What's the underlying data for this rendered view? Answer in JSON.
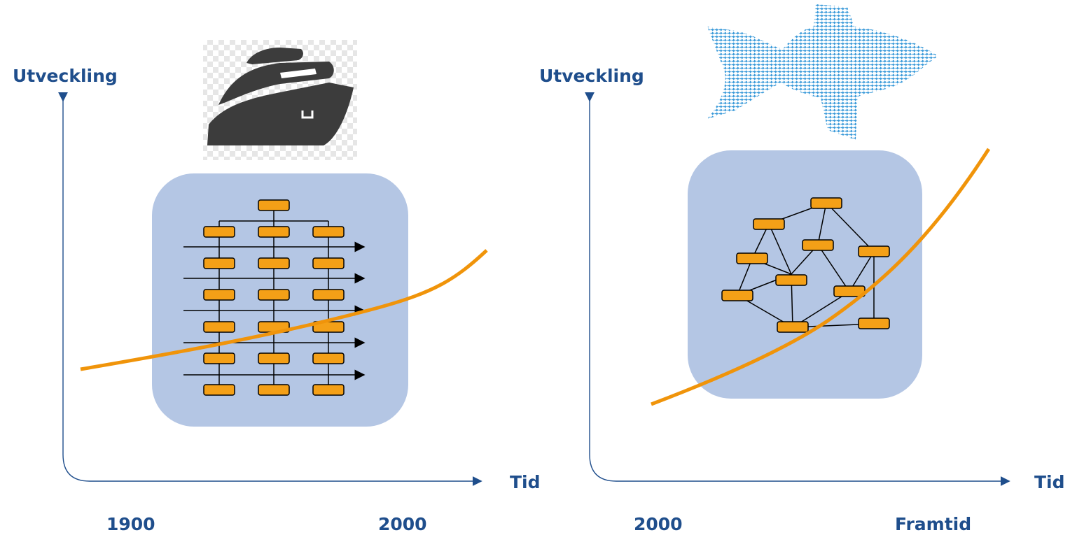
{
  "left_panel": {
    "y_label": "Utveckling",
    "x_label": "Tid",
    "x_start": "1900",
    "x_end": "2000",
    "icon": "ship-icon",
    "diagram": "hierarchical-org-chart"
  },
  "right_panel": {
    "y_label": "Utveckling",
    "x_label": "Tid",
    "x_start": "2000",
    "x_end": "Framtid",
    "icon": "fish-icon",
    "diagram": "network-org-chart"
  },
  "colors": {
    "axis": "#1f4e8c",
    "label": "#1f4e8c",
    "curve": "#f0940a",
    "box_fill": "#f4a017",
    "panel_bg": "#b4c6e4",
    "ship": "#3c3c3c",
    "fish": "#3a9ad9"
  }
}
